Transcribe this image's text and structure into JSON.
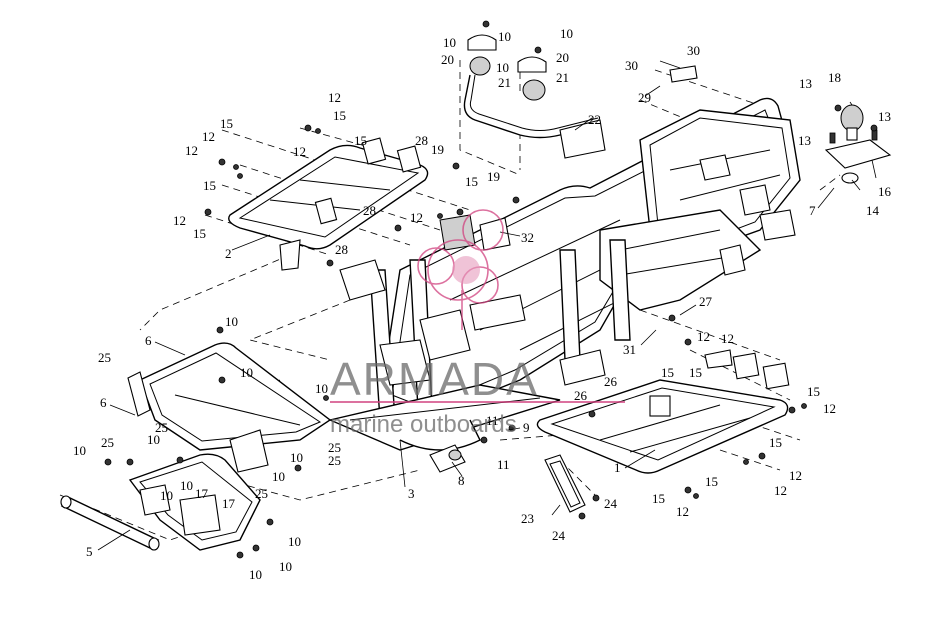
{
  "watermark": {
    "brand": "ARMADA",
    "tagline": "marine outboards",
    "brand_color": "#c2185b",
    "text_color": "#555555"
  },
  "callouts": {
    "c1": "1",
    "c2": "2",
    "c3": "3",
    "c5": "5",
    "c6a": "6",
    "c6b": "6",
    "c7": "7",
    "c8": "8",
    "c9": "9",
    "c10": "10",
    "c11": "11",
    "c12": "12",
    "c13": "13",
    "c14": "14",
    "c15": "15",
    "c16": "16",
    "c17": "17",
    "c18": "18",
    "c19": "19",
    "c20": "20",
    "c21": "21",
    "c22": "22",
    "c23": "23",
    "c24": "24",
    "c25": "25",
    "c26": "26",
    "c27": "27",
    "c28": "28",
    "c29": "29",
    "c30": "30",
    "c31": "31",
    "c32": "32"
  }
}
